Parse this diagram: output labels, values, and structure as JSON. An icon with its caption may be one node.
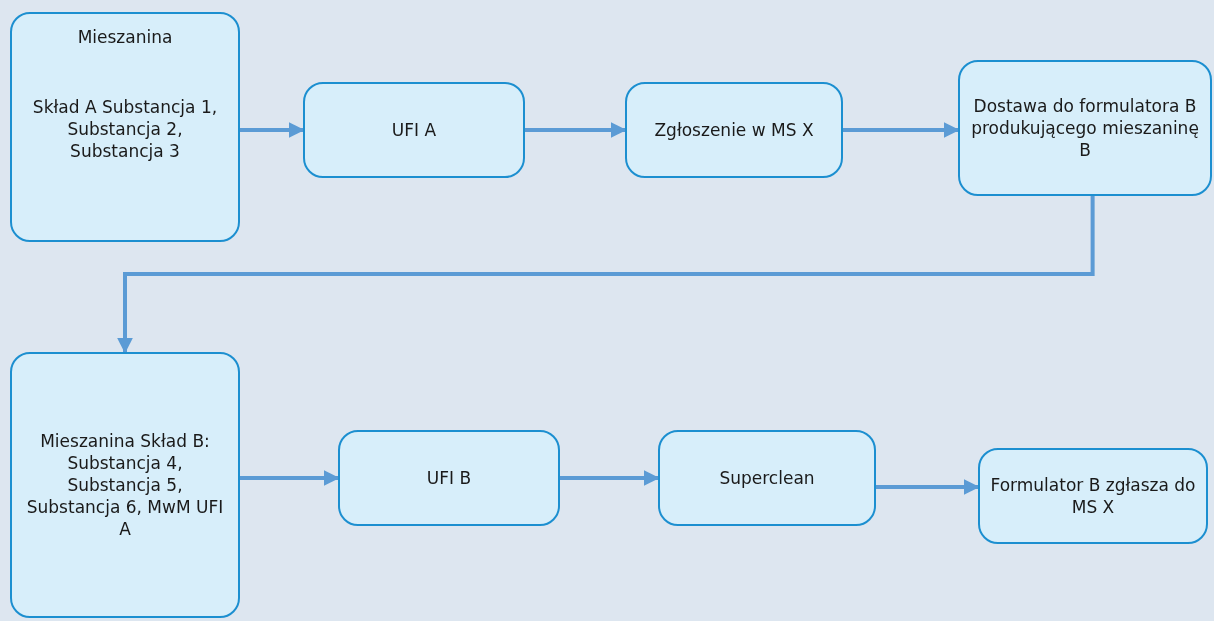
{
  "diagram": {
    "nodes": [
      {
        "text": [
          "Mieszanina",
          "Skład A Substancja 1, Substancja 2, Substancja 3"
        ]
      },
      {
        "text": [
          "UFI A"
        ]
      },
      {
        "text": [
          "Zgłoszenie w MS X"
        ]
      },
      {
        "text": [
          "Dostawa do formulatora B produkującego mieszaninę B"
        ]
      },
      {
        "text": [
          "Mieszanina Skład B: Substancja 4, Substancja 5, Substancja 6, MwM UFI A"
        ]
      },
      {
        "text": [
          "UFI B"
        ]
      },
      {
        "text": [
          "Superclean"
        ]
      },
      {
        "text": [
          "Formulator B zgłasza do MS X"
        ]
      }
    ],
    "edges": [
      {
        "from": 0,
        "to": 1,
        "arrow": "to"
      },
      {
        "from": 1,
        "to": 2,
        "arrow": "to"
      },
      {
        "from": 2,
        "to": 3,
        "arrow": "to"
      },
      {
        "from": 3,
        "to": 4,
        "arrow": "to"
      },
      {
        "from": 4,
        "to": 5,
        "arrow": "to"
      },
      {
        "from": 5,
        "to": 6,
        "arrow": "to"
      },
      {
        "from": 6,
        "to": 7,
        "arrow": "to"
      }
    ]
  }
}
